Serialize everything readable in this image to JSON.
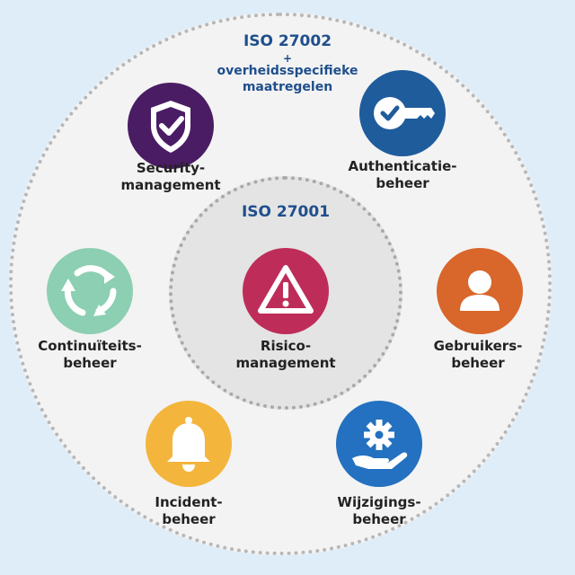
{
  "outer": {
    "title": "ISO 27002",
    "plus": "+",
    "subtitle_line1": "overheidsspecifieke",
    "subtitle_line2": "maatregelen"
  },
  "inner": {
    "title": "ISO 27001"
  },
  "nodes": [
    {
      "id": "security",
      "line1": "Security-",
      "line2": "management",
      "color": "#4a1c63",
      "icon": "shield-check-icon"
    },
    {
      "id": "authentication",
      "line1": "Authenticatie-",
      "line2": "beheer",
      "color": "#1f5c9c",
      "icon": "key-check-icon"
    },
    {
      "id": "users",
      "line1": "Gebruikers-",
      "line2": "beheer",
      "color": "#d9662a",
      "icon": "user-icon"
    },
    {
      "id": "changes",
      "line1": "Wijzigings-",
      "line2": "beheer",
      "color": "#2371c0",
      "icon": "gear-hand-icon"
    },
    {
      "id": "incidents",
      "line1": "Incident-",
      "line2": "beheer",
      "color": "#f3b53c",
      "icon": "bell-icon"
    },
    {
      "id": "continuity",
      "line1": "Continuïteits-",
      "line2": "beheer",
      "color": "#8ccfb2",
      "icon": "cycle-arrows-icon"
    },
    {
      "id": "risk",
      "line1": "Risico-",
      "line2": "management",
      "color": "#be2d59",
      "icon": "warning-triangle-icon"
    }
  ]
}
